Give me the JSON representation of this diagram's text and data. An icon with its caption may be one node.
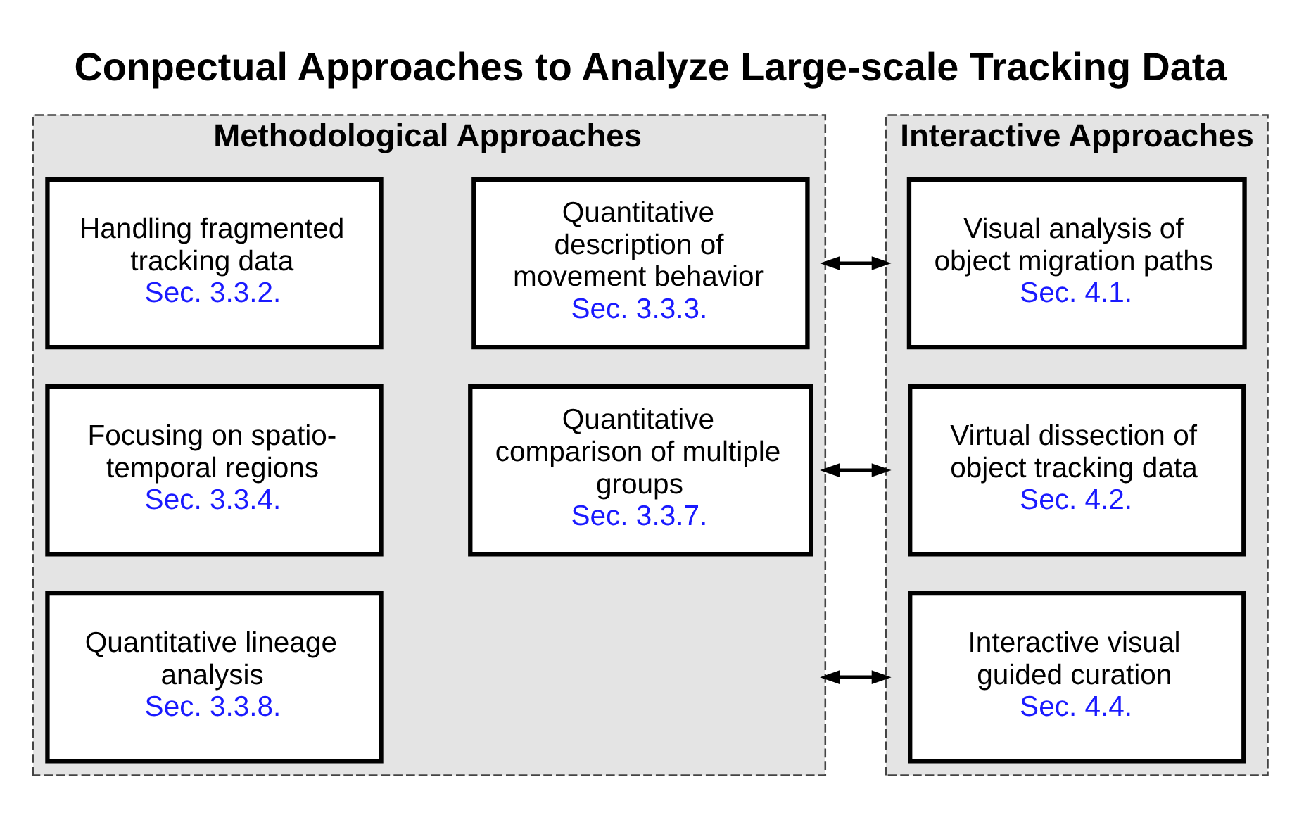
{
  "diagram": {
    "title": "Conpectual Approaches to Analyze Large-scale Tracking Data",
    "nodes": [
      {
        "text": [
          "Methodological Approaches"
        ]
      },
      {
        "text": [
          "Handling fragmented tracking data",
          "Sec. 3.3.2."
        ],
        "in": 0
      },
      {
        "text": [
          "Quantitative description of movement behavior",
          "Sec. 3.3.3."
        ],
        "in": 0
      },
      {
        "text": [
          "Focusing on spatio-temporal regions",
          "Sec. 3.3.4."
        ],
        "in": 0
      },
      {
        "text": [
          "Quantitative comparison of multiple groups",
          "Sec. 3.3.7."
        ],
        "in": 0
      },
      {
        "text": [
          "Quantitative lineage analysis",
          "Sec. 3.3.8."
        ],
        "in": 0
      },
      {
        "text": [
          "Interactive Approaches"
        ]
      },
      {
        "text": [
          "Visual analysis of object migration paths",
          "Sec. 4.1."
        ],
        "in": 6
      },
      {
        "text": [
          "Virtual dissection of object tracking data",
          "Sec. 4.2."
        ],
        "in": 6
      },
      {
        "text": [
          "Interactive visual guided curation",
          "Sec. 4.4."
        ],
        "in": 6
      }
    ],
    "edges": [
      {
        "from": 0,
        "to": 6,
        "arrow": "both"
      },
      {
        "from": 0,
        "to": 6,
        "arrow": "both"
      },
      {
        "from": 0,
        "to": 6,
        "arrow": "both"
      }
    ]
  }
}
